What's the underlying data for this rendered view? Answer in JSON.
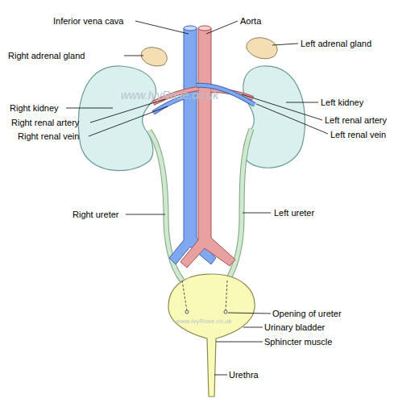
{
  "diagram": {
    "labels": [
      "Inferior vena cava",
      "Aorta",
      "Left adrenal gland",
      "Right adrenal gland",
      "Left kidney",
      "www.IvyRose.co.uk",
      "Right kidney",
      "Right renal artery",
      "Left renal artery",
      "Left renal vein",
      "Right renal vein",
      "Left ureter",
      "Right ureter",
      "Opening of ureter",
      "www.IvyRose.co.uk",
      "Urinary bladder",
      "Sphincter muscle",
      "Urethra"
    ]
  }
}
